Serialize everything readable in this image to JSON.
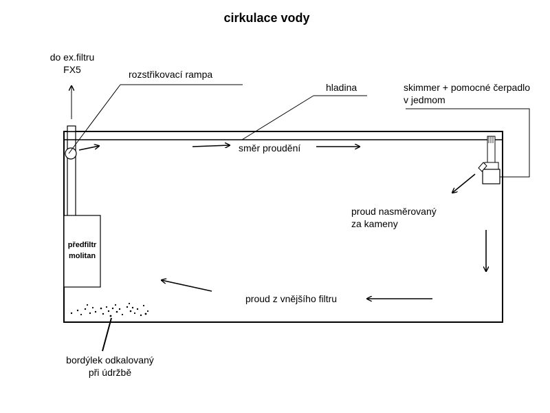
{
  "title": "cirkulace vody",
  "labels": {
    "external_filter": [
      "do ex.filtru",
      "FX5"
    ],
    "spray_bar": "rozstřikovací rampa",
    "surface": "hladina",
    "skimmer": [
      "skimmer + pomocné čerpadlo",
      "v jedmom"
    ],
    "flow_direction": "směr proudění",
    "directed_flow": [
      "proud nasměrovaný",
      "za kameny"
    ],
    "prefilter": [
      "předfiltr",
      "molitan"
    ],
    "external_flow": "proud z vnějšího filtru",
    "debris": [
      "bordýlek odkalovaný",
      "při údržbě"
    ]
  }
}
